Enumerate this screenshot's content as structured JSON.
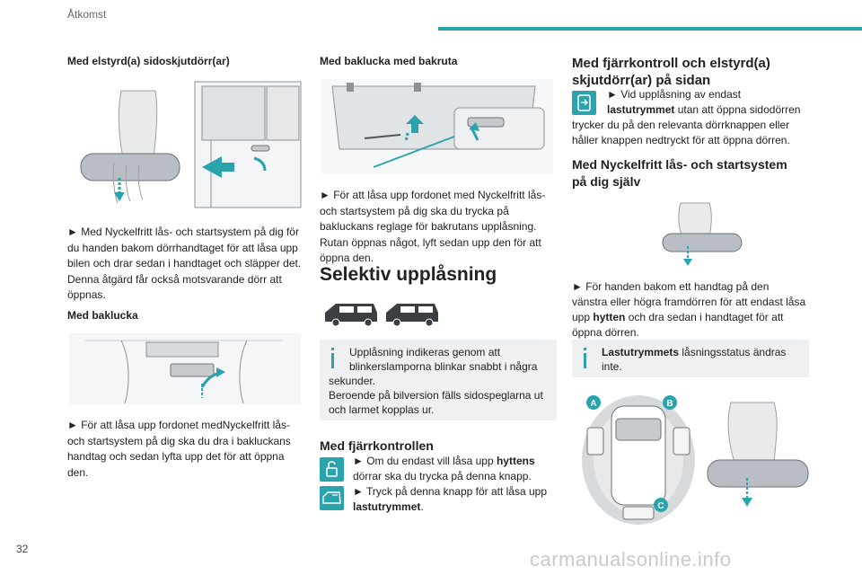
{
  "header": {
    "section": "Åtkomst",
    "accent_color": "#2ba3ad"
  },
  "col1": {
    "h_slide": "Med elstyrd(a) sidoskjutdörr(ar)",
    "p_slide": "► Med Nyckelfritt lås- och startsystem på dig för du handen bakom dörrhandtaget för att låsa upp bilen och drar sedan i handtaget och släpper det. Denna åtgärd får också motsvarande dörr att öppnas.",
    "h_tail": "Med baklucka",
    "p_tail": "► För att låsa upp fordonet medNyckelfritt lås- och startsystem  på dig ska du dra i bakluckans handtag och sedan lyfta upp det för att öppna den."
  },
  "col2": {
    "h_window": "Med baklucka med bakruta",
    "p_window": "► För att låsa upp fordonet med Nyckelfritt lås- och startsystem på dig ska du trycka på bakluckans reglage för bakrutans upplåsning. Rutan öppnas något, lyft sedan upp den för att öppna den.",
    "section_title": "Selektiv upplåsning",
    "note_lines": [
      "Upplåsning indikeras genom att",
      "blinkerslamporna blinkar snabbt i några",
      "sekunder.",
      "Beroende på bilversion fälls sidospeglarna ut",
      "och larmet kopplas ur."
    ],
    "h_remote": "Med fjärrkontrollen",
    "remote_1a": "► Om du endast vill låsa upp ",
    "remote_1b": "hyttens",
    "remote_1c": "dörrar ska du trycka på denna knapp.",
    "remote_2a": "► Tryck på denna knapp för att låsa upp",
    "remote_2b": "lastutrymmet",
    "remote_2c": "."
  },
  "col3": {
    "h_remote_slide_1": "Med fjärrkontroll och elstyrd(a)",
    "h_remote_slide_2": "skjutdörr(ar) på sidan",
    "p1_a": "► Vid upplåsning av endast",
    "p1_b": "lastutrymmet",
    "p1_c": " utan att öppna sidodörren",
    "p1_d": "trycker du på den relevanta dörrknappen eller",
    "p1_e": "håller knappen nedtryckt för att öppna dörren.",
    "h_keyless_1": "Med Nyckelfritt lås- och startsystem",
    "h_keyless_2": "på dig själv",
    "p2_a": "► För handen bakom ett handtag på den",
    "p2_b": "vänstra eller högra framdörren för att endast låsa",
    "p2_c": "upp ",
    "p2_d": "hytten",
    "p2_e": " och dra sedan i handtaget för att",
    "p2_f": "öppna dörren.",
    "note2_a": "Lastutrymmets",
    "note2_b": " låsningsstatus ändras",
    "note2_c": "inte.",
    "zone_labels": [
      "A",
      "B",
      "C"
    ]
  },
  "footer": {
    "page_number": "32",
    "watermark": "carmanualsonline.info"
  }
}
